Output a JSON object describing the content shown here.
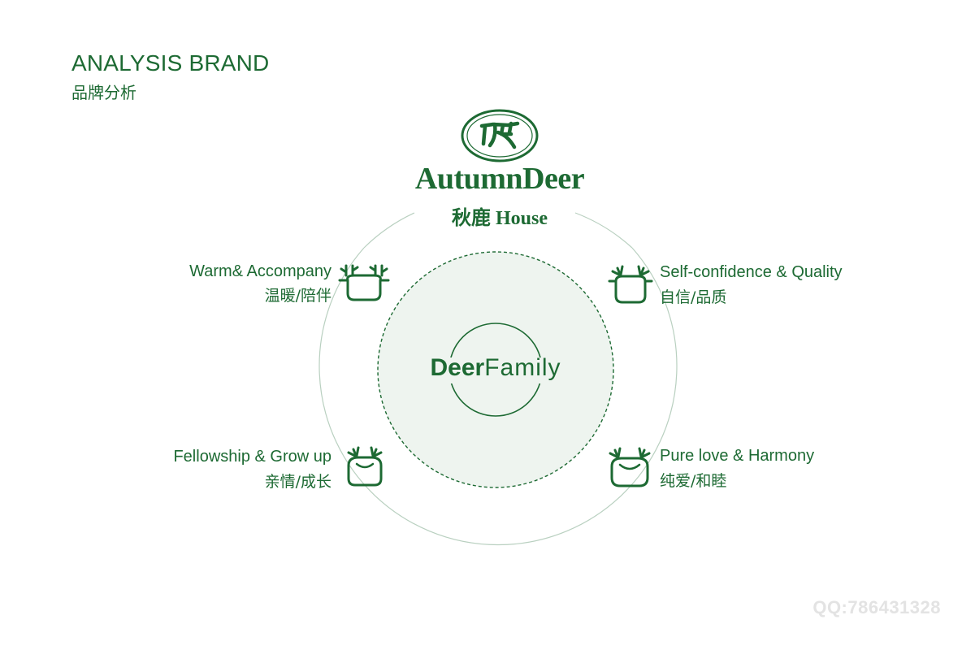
{
  "header": {
    "title": "ANALYSIS BRAND",
    "subtitle": "品牌分析"
  },
  "brand": {
    "name": "AutumnDeer",
    "sub_cn": "秋鹿",
    "sub_en": "House"
  },
  "center": {
    "label_bold": "Deer",
    "label_light": "Family"
  },
  "values": [
    {
      "en": "Warm& Accompany",
      "zh": "温暖/陪伴"
    },
    {
      "en": "Self-confidence & Quality",
      "zh": "自信/品质"
    },
    {
      "en": "Fellowship & Grow up",
      "zh": "亲情/成长"
    },
    {
      "en": "Pure love & Harmony",
      "zh": "纯爱/和睦"
    }
  ],
  "watermark": "QQ:786431328",
  "colors": {
    "primary": "#1d6a33",
    "center_fill": "#eef4ef",
    "ring": "#b9d0c0",
    "watermark": "#e3e3e3"
  }
}
